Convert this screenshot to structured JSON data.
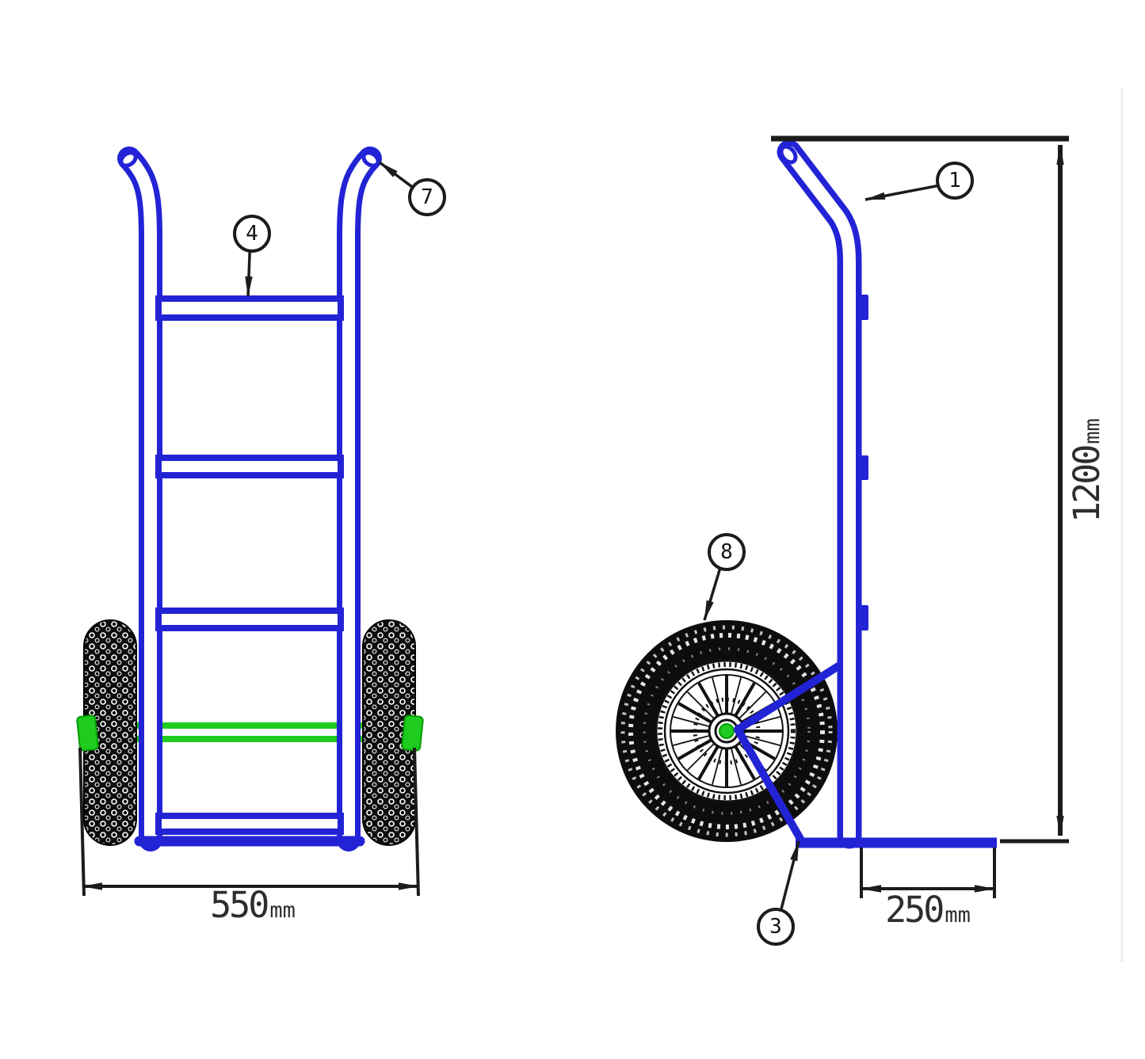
{
  "document": {
    "type": "technical drawing",
    "subject": "two-wheel hand truck, front view and side view with part callouts and dimensions"
  },
  "colors": {
    "frame_blue": "#2323d6",
    "axle_green": "#1ecb1e",
    "drawing_black": "#1c1c1c"
  },
  "front_view": {
    "callouts": [
      {
        "label": "4"
      },
      {
        "label": "7"
      }
    ],
    "width_dimension": {
      "value": "550",
      "unit": "mm"
    }
  },
  "side_view": {
    "callouts": [
      {
        "label": "1"
      },
      {
        "label": "8"
      },
      {
        "label": "3"
      }
    ],
    "height_dimension": {
      "value": "1200",
      "unit": "mm"
    },
    "toe_plate_dimension": {
      "value": "250",
      "unit": "mm"
    }
  }
}
